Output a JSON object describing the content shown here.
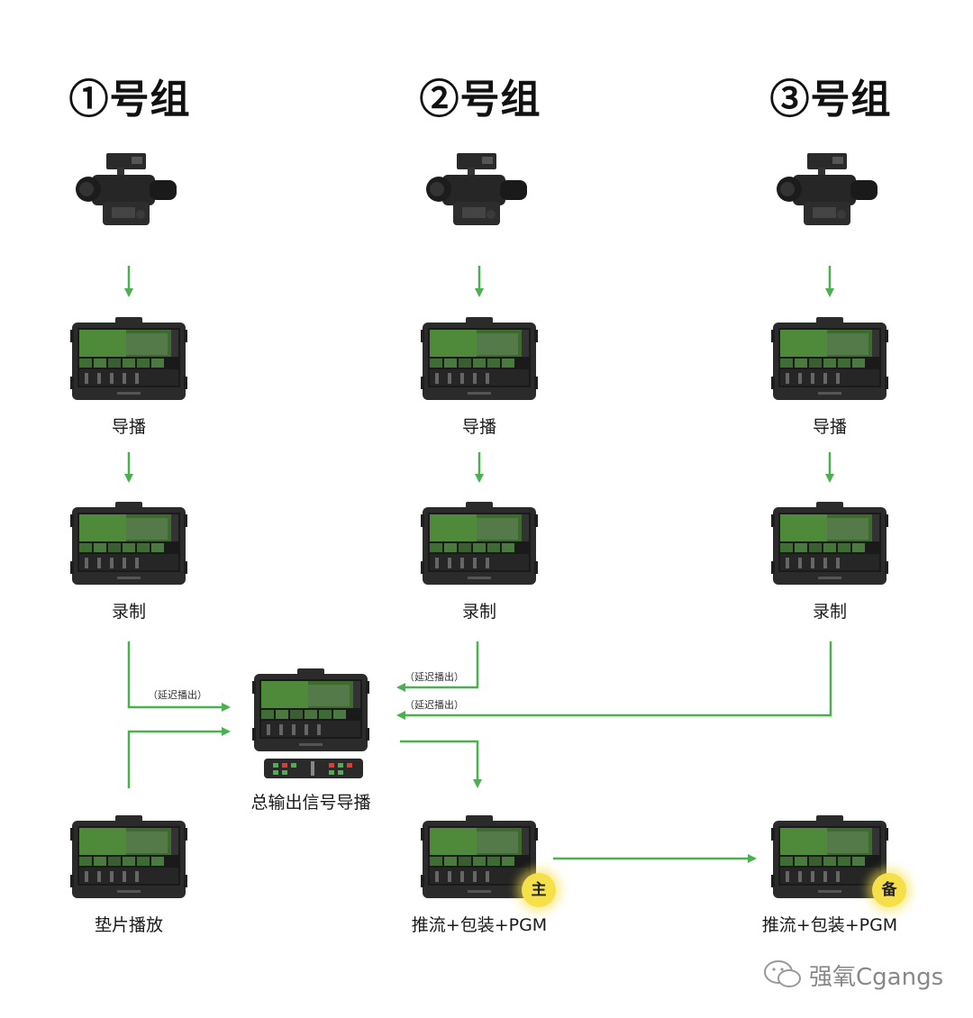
{
  "groups": [
    {
      "title": "①号组",
      "stage1": "导播",
      "stage2": "录制"
    },
    {
      "title": "②号组",
      "stage1": "导播",
      "stage2": "录制"
    },
    {
      "title": "③号组",
      "stage1": "导播",
      "stage2": "录制"
    }
  ],
  "master": {
    "label": "总输出信号导播"
  },
  "filler": {
    "label": "垫片播放"
  },
  "outputs": [
    {
      "label": "推流+包装+PGM",
      "badge": "主"
    },
    {
      "label": "推流+包装+PGM",
      "badge": "备"
    }
  ],
  "annotations": {
    "delay": "（延迟播出）"
  },
  "watermark": "强氧Cgangs",
  "colors": {
    "arrow": "#4caf50",
    "badge": "#f5e04a"
  }
}
